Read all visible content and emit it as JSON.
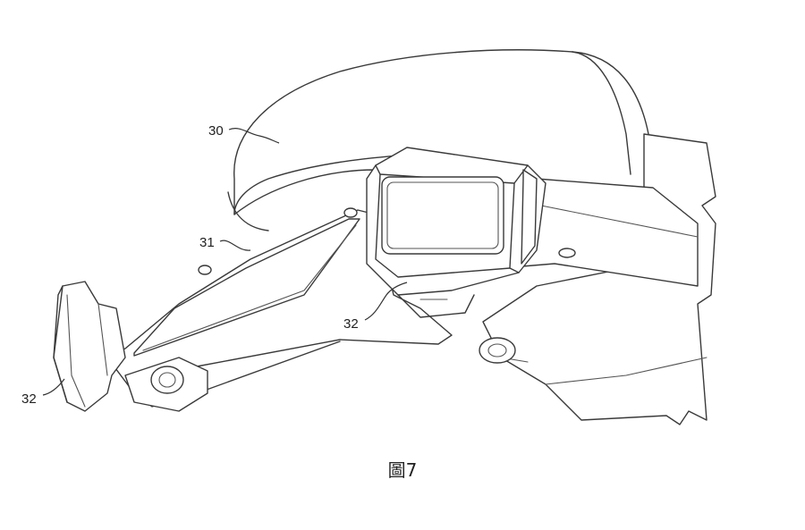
{
  "figure": {
    "caption": "圖7",
    "labels": {
      "headband_cushion": "30",
      "arm": "31",
      "module_front": "32",
      "module_side": "32"
    }
  }
}
